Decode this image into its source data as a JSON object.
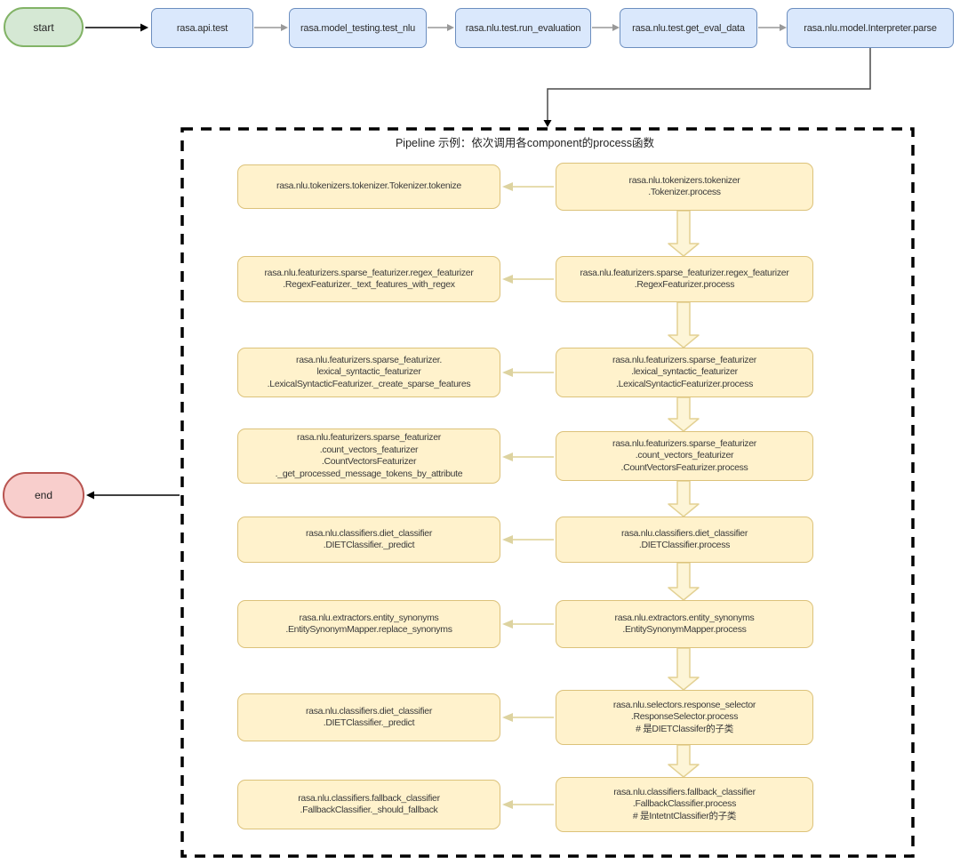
{
  "diagram": {
    "start_label": "start",
    "end_label": "end",
    "top_flow": [
      "rasa.api.test",
      "rasa.model_testing.test_nlu",
      "rasa.nlu.test.run_evaluation",
      "rasa.nlu.test.get_eval_data",
      "rasa.nlu.model.Interpreter.parse"
    ],
    "pipeline": {
      "title": "Pipeline 示例：依次调用各component的process函数",
      "rows": [
        {
          "left": "rasa.nlu.tokenizers.tokenizer.Tokenizer.tokenize",
          "right": "rasa.nlu.tokenizers.tokenizer\n.Tokenizer.process"
        },
        {
          "left": "rasa.nlu.featurizers.sparse_featurizer.regex_featurizer\n.RegexFeaturizer._text_features_with_regex",
          "right": "rasa.nlu.featurizers.sparse_featurizer.regex_featurizer\n.RegexFeaturizer.process"
        },
        {
          "left": "rasa.nlu.featurizers.sparse_featurizer.\nlexical_syntactic_featurizer\n.LexicalSyntacticFeaturizer._create_sparse_features",
          "right": "rasa.nlu.featurizers.sparse_featurizer\n.lexical_syntactic_featurizer\n.LexicalSyntacticFeaturizer.process"
        },
        {
          "left": "rasa.nlu.featurizers.sparse_featurizer\n.count_vectors_featurizer\n.CountVectorsFeaturizer\n._get_processed_message_tokens_by_attribute",
          "right": "rasa.nlu.featurizers.sparse_featurizer\n.count_vectors_featurizer\n.CountVectorsFeaturizer.process"
        },
        {
          "left": "rasa.nlu.classifiers.diet_classifier\n.DIETClassifier._predict",
          "right": "rasa.nlu.classifiers.diet_classifier\n.DIETClassifier.process"
        },
        {
          "left": "rasa.nlu.extractors.entity_synonyms\n.EntitySynonymMapper.replace_synonyms",
          "right": "rasa.nlu.extractors.entity_synonyms\n.EntitySynonymMapper.process"
        },
        {
          "left": "rasa.nlu.classifiers.diet_classifier\n.DIETClassifier._predict",
          "right": "rasa.nlu.selectors.response_selector\n.ResponseSelector.process\n# 是DIETClassifer的子类"
        },
        {
          "left": "rasa.nlu.classifiers.fallback_classifier\n.FallbackClassifier._should_fallback",
          "right": "rasa.nlu.classifiers.fallback_classifier\n.FallbackClassifier.process\n# 是IntetntClassifier的子类"
        }
      ]
    },
    "colors": {
      "start_fill": "#d5e8d4",
      "start_stroke": "#82b366",
      "end_fill": "#f8cecc",
      "end_stroke": "#b85450",
      "step_fill": "#dae8fc",
      "step_stroke": "#6c8ebf",
      "process_fill": "#fff2cc",
      "process_stroke": "#dcc27a",
      "group_border": "#000000",
      "flow_arrow_gray": "#999999",
      "flow_arrow_black": "#000000",
      "process_arrow": "#e6dcae",
      "block_arrow_fill": "#fdf5d7",
      "block_arrow_stroke": "#e3d194"
    }
  }
}
